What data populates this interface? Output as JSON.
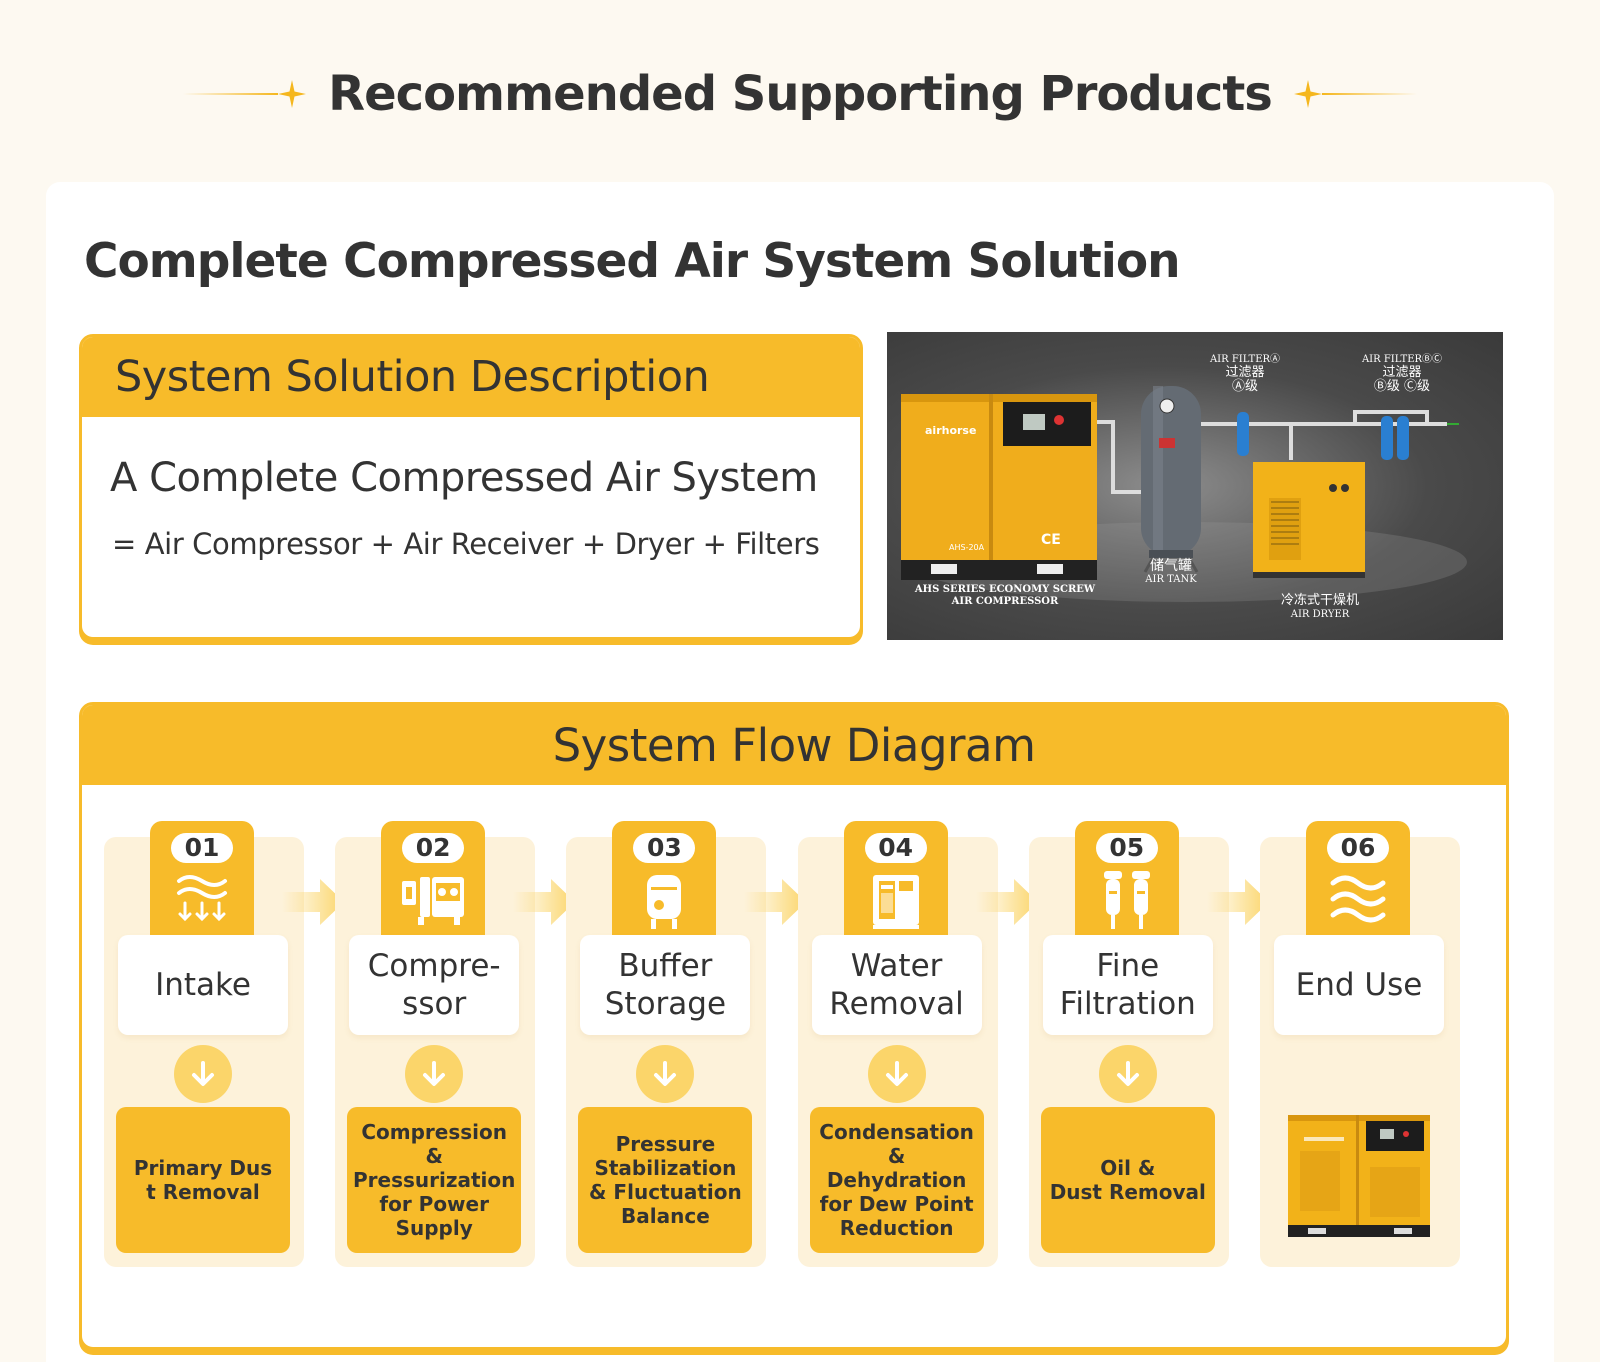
{
  "header": {
    "title": "Recommended Supporting Products"
  },
  "main": {
    "title": "Complete Compressed Air System Solution"
  },
  "description": {
    "heading": "System Solution Description",
    "line1": "A Complete Compressed Air System",
    "line2": "= Air Compressor + Air Receiver + Dryer + Filters"
  },
  "system_image": {
    "brand": "airhorse",
    "model": "AHS-20A",
    "compressor_label": "AHS SERIES ECONOMY SCREW AIR COMPRESSOR",
    "tank_cn": "储气罐",
    "tank_en": "AIR TANK",
    "filter_a_en": "AIR FILTERⒶ",
    "filter_a_cn1": "过滤器",
    "filter_a_cn2": "Ⓐ级",
    "filter_bc_en": "AIR FILTERⒷⒸ",
    "filter_bc_cn1": "过滤器",
    "filter_bc_cn2": "Ⓑ级 Ⓒ级",
    "dryer_cn": "冷冻式干燥机",
    "dryer_en": "AIR DRYER"
  },
  "flow": {
    "title": "System Flow Diagram",
    "steps": [
      {
        "num": "01",
        "stage": "Intake",
        "result": "Primary Dus\nt Removal",
        "icon": "air-intake-icon"
      },
      {
        "num": "02",
        "stage": "Compre-\nssor",
        "result": "Compression &\nPressurization\nfor Power Supply",
        "icon": "compressor-icon"
      },
      {
        "num": "03",
        "stage": "Buffer\nStorage",
        "result": "Pressure\nStabilization\n& Fluctuation\nBalance",
        "icon": "tank-icon"
      },
      {
        "num": "04",
        "stage": "Water\nRemoval",
        "result": "Condensation &\nDehydration\nfor Dew Point\nReduction",
        "icon": "dryer-icon"
      },
      {
        "num": "05",
        "stage": "Fine\nFiltration",
        "result": "Oil &\nDust Removal",
        "icon": "filter-icon"
      },
      {
        "num": "06",
        "stage": "End Use",
        "result": "",
        "icon": "air-flow-icon"
      }
    ]
  },
  "colors": {
    "accent": "#f7bb2a",
    "light": "#fdf2da",
    "circle": "#fbd56a",
    "text": "#333333",
    "background": "#fdf9f1"
  }
}
